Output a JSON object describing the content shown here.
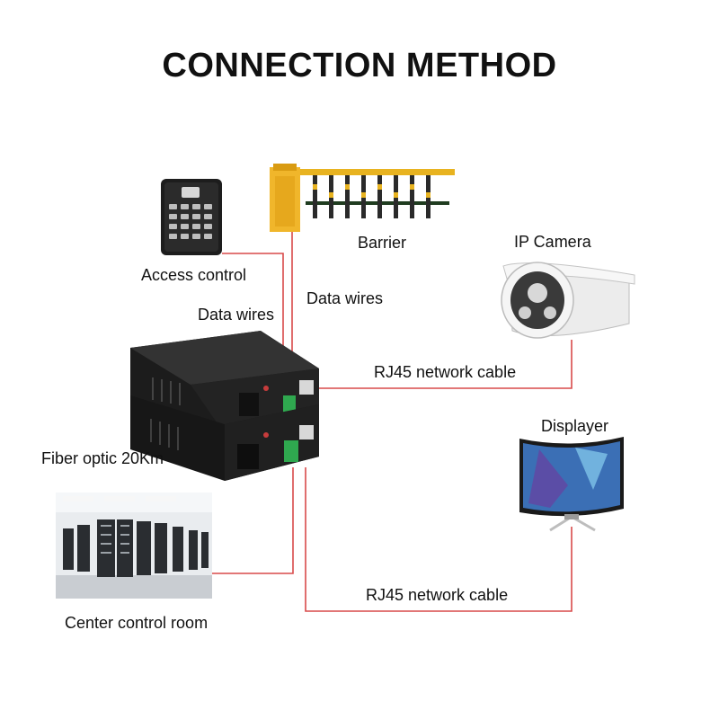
{
  "title": "CONNECTION METHOD",
  "labels": {
    "barrier": "Barrier",
    "ip_camera": "IP Camera",
    "access_control": "Access control",
    "data_wires_right": "Data wires",
    "data_wires_left": "Data wires",
    "rj45_top": "RJ45 network cable",
    "displayer": "Displayer",
    "fiber_optic": "Fiber optic 20Km",
    "rj45_bottom": "RJ45 network cable",
    "center_control_room": "Center control room"
  },
  "icons": {
    "keypad": "access-control-keypad-icon",
    "barrier": "barrier-gate-icon",
    "camera": "ip-camera-icon",
    "converter": "fiber-media-converter-icon",
    "monitor": "curved-monitor-icon",
    "server_room": "server-room-icon"
  },
  "colors": {
    "wire": "#d94a4a",
    "title": "#111111",
    "device_body": "#1c1c1c",
    "terminal": "#2fa84f",
    "barrier_arm": "#e8b320"
  }
}
